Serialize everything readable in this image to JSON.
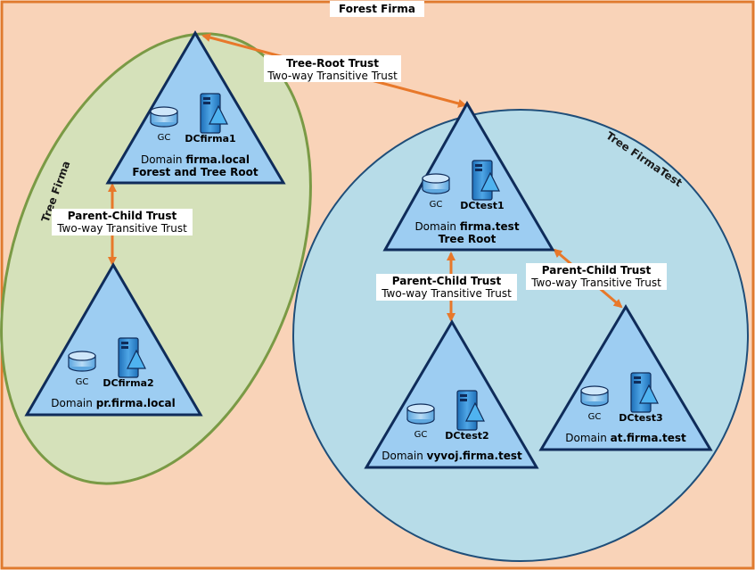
{
  "forest": {
    "title": "Forest Firma"
  },
  "trees": [
    {
      "label": "Tree Firma"
    },
    {
      "label": "Tree FirmaTest"
    }
  ],
  "domains": [
    {
      "gc": "GC",
      "dc": "DCfirma1",
      "prefix": "Domain ",
      "name": "firma.local",
      "role": "Forest and Tree Root"
    },
    {
      "gc": "GC",
      "dc": "DCfirma2",
      "prefix": "Domain ",
      "name": "pr.firma.local",
      "role": ""
    },
    {
      "gc": "GC",
      "dc": "DCtest1",
      "prefix": "Domain ",
      "name": "firma.test",
      "role": "Tree Root"
    },
    {
      "gc": "GC",
      "dc": "DCtest2",
      "prefix": "Domain ",
      "name": "vyvoj.firma.test",
      "role": ""
    },
    {
      "gc": "GC",
      "dc": "DCtest3",
      "prefix": "Domain ",
      "name": "at.firma.test",
      "role": ""
    }
  ],
  "trusts": [
    {
      "title": "Tree-Root Trust",
      "subtitle": "Two-way Transitive Trust"
    },
    {
      "title": "Parent-Child Trust",
      "subtitle": "Two-way Transitive Trust"
    },
    {
      "title": "Parent-Child Trust",
      "subtitle": "Two-way Transitive Trust"
    },
    {
      "title": "Parent-Child Trust",
      "subtitle": "Two-way Transitive Trust"
    }
  ],
  "colors": {
    "forest_fill": "#F9D3B8",
    "forest_border": "#E07A2E",
    "tree_firma_fill": "#D5E1BA",
    "tree_firma_border": "#7A9A45",
    "tree_test_fill": "#B7DCE8",
    "tree_test_border": "#1F4E79",
    "domain_fill": "#9DCDF2",
    "domain_border": "#0F2C5A",
    "arrow": "#E8782A",
    "server": "#3A8FD0",
    "gc_fill": "#8FC3EE"
  },
  "icons": {
    "server": "server-icon",
    "global_catalog": "database-icon"
  }
}
